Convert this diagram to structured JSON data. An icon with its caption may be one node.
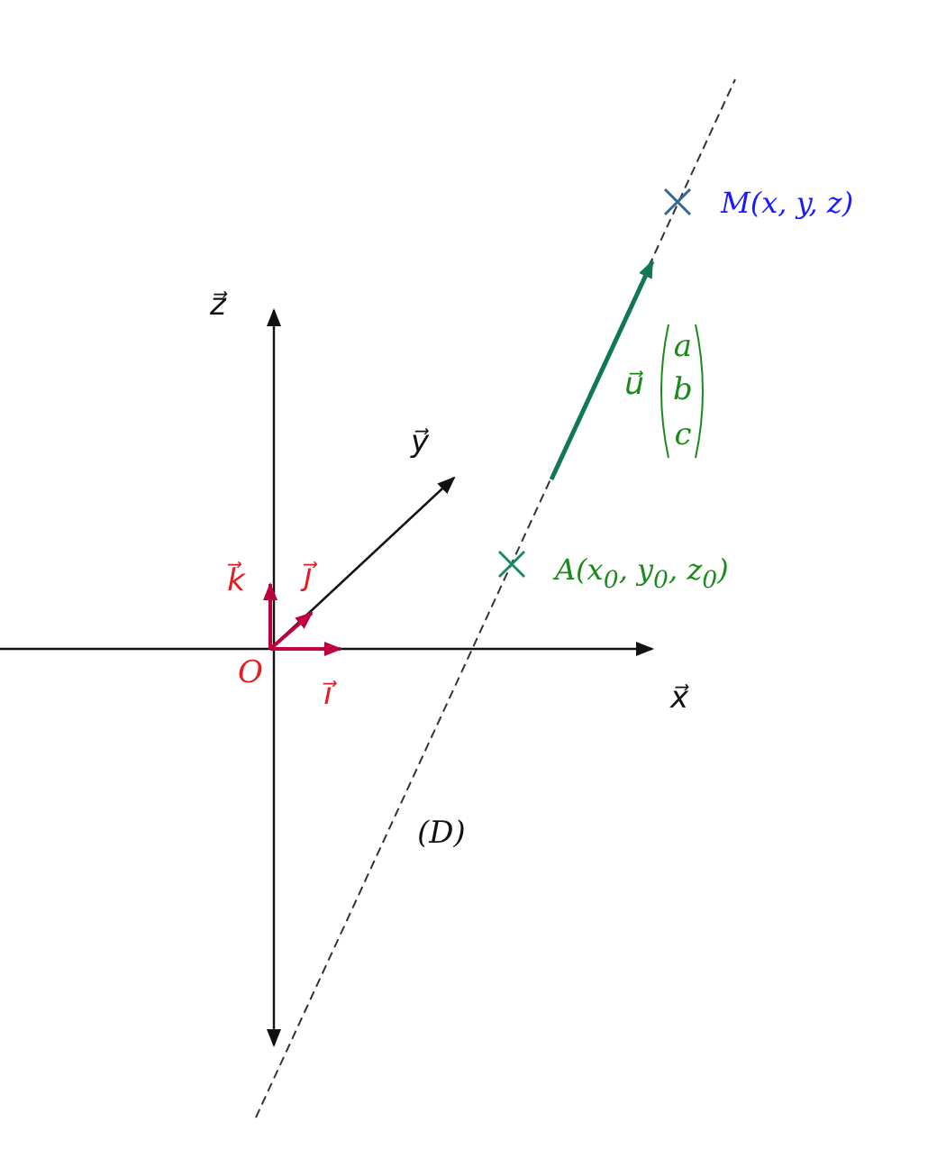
{
  "diagram": {
    "nodes": [
      {
        "text": [
          "M(x, y, z)"
        ]
      },
      {
        "text": [
          "A(x$_{0}$, y$_{0}$, z$_{0}$)"
        ]
      }
    ],
    "labels": [
      "z⃗",
      "u⃗",
      "a",
      "b",
      "c",
      "y⃗",
      "k⃗",
      "j⃗",
      "O",
      "i⃗",
      "x⃗",
      "(D)"
    ]
  }
}
